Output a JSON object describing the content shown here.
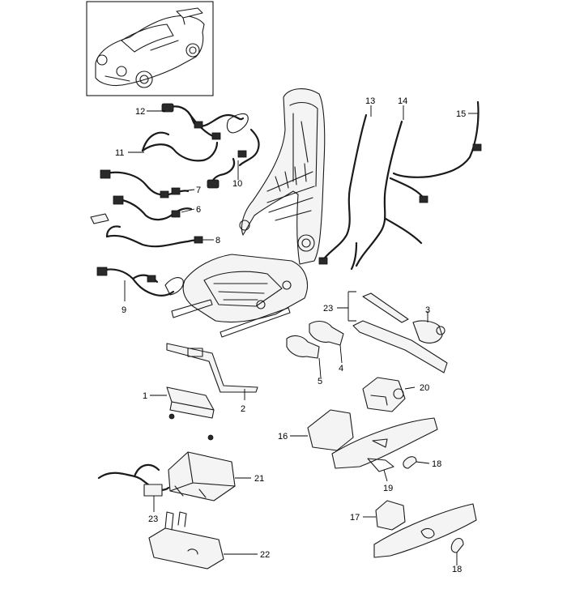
{
  "callouts": {
    "c1": "1",
    "c2": "2",
    "c3": "3",
    "c4": "4",
    "c5": "5",
    "c6": "6",
    "c7": "7",
    "c8": "8",
    "c9": "9",
    "c10": "10",
    "c11": "11",
    "c12": "12",
    "c13": "13",
    "c14": "14",
    "c15": "15",
    "c16": "16",
    "c17": "17",
    "c18a": "18",
    "c18b": "18",
    "c19": "19",
    "c20": "20",
    "c21": "21",
    "c22": "22",
    "c23a": "23",
    "c23b": "23"
  },
  "colors": {
    "line": "#1a1a1a",
    "background": "#ffffff"
  }
}
